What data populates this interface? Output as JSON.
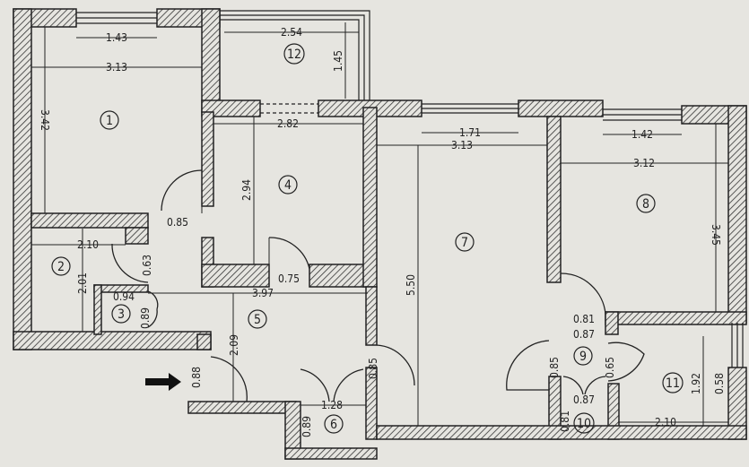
{
  "title": "Apartment floor plan",
  "rooms": [
    {
      "id": "1"
    },
    {
      "id": "2"
    },
    {
      "id": "3"
    },
    {
      "id": "4"
    },
    {
      "id": "5"
    },
    {
      "id": "6"
    },
    {
      "id": "7"
    },
    {
      "id": "8"
    },
    {
      "id": "9"
    },
    {
      "id": "10"
    },
    {
      "id": "11"
    },
    {
      "id": "12"
    }
  ],
  "dimensions": {
    "r1_window": "1.43",
    "r1_width": "3.13",
    "r1_height": "3.42",
    "r12_width": "2.54",
    "r12_depth": "1.45",
    "r4_width": "2.82",
    "r4_height": "2.94",
    "r4_door": "0.75",
    "r7_window": "1.71",
    "r7_width": "3.13",
    "r7_height": "5.50",
    "r8_window": "1.42",
    "r8_width": "3.12",
    "r8_height": "3.45",
    "hall_door": "0.85",
    "r2_width": "2.10",
    "r2_height": "2.01",
    "r2_door": "0.63",
    "r3_width": "0.94",
    "r3_door": "0.89",
    "r5_width": "3.97",
    "r5_height": "2.09",
    "entry_door": "0.88",
    "r7_door": "0.85",
    "r6_width": "1.28",
    "r6_height": "0.89",
    "r9_a": "0.81",
    "r9_b": "0.87",
    "r9_door_left": "0.85",
    "r9_door_right": "0.65",
    "r10_width": "0.87",
    "r10_height": "0.81",
    "r11_width": "2.10",
    "r11_height": "1.92",
    "r11_window": "0.58"
  }
}
